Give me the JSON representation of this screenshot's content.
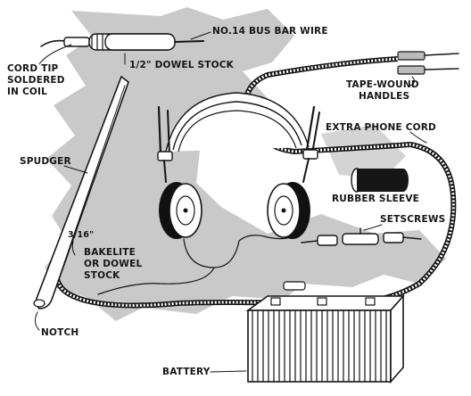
{
  "labels": {
    "bus_bar_wire": "NO.14 BUS BAR WIRE",
    "dowel_stock": "1/2\" DOWEL STOCK",
    "cord_tip_1": "CORD TIP",
    "cord_tip_2": "SOLDERED",
    "cord_tip_3": "IN COIL",
    "tape_wound_1": "TAPE-WOUND",
    "tape_wound_2": "HANDLES",
    "extra_phone_cord": "EXTRA PHONE CORD",
    "spudger": "SPUDGER",
    "rubber_sleeve": "RUBBER SLEEVE",
    "setscrews": "SETSCREWS",
    "bakelite_size": "3/16\"",
    "bakelite_1": "BAKELITE",
    "bakelite_2": "OR DOWEL",
    "bakelite_3": "STOCK",
    "notch": "NOTCH",
    "battery": "BATTERY"
  },
  "colors": {
    "ink": "#151515",
    "shadow": "#c9c9c9",
    "paper": "#ffffff"
  }
}
